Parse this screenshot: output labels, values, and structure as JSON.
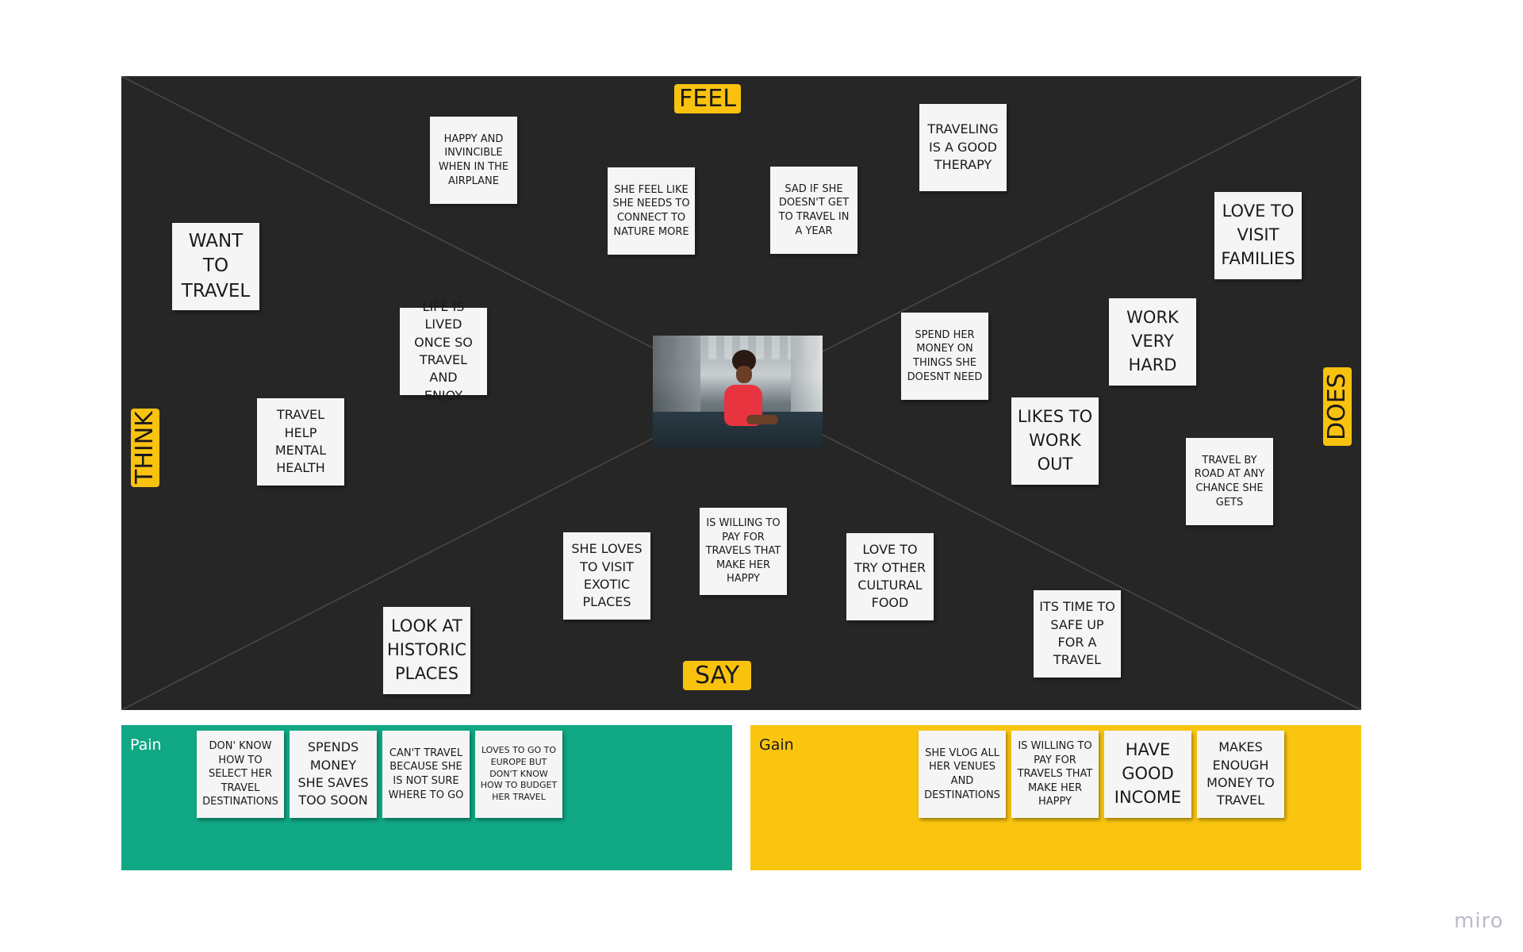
{
  "colors": {
    "board": "#262626",
    "tag": "#f9c20f",
    "note": "#f5f5f5",
    "pain": "#10a784",
    "gain": "#f9c50f",
    "watermark": "#b7bcc7"
  },
  "quadrants": {
    "feel": "FEEL",
    "think": "THINK",
    "does": "DOES",
    "say": "SAY"
  },
  "center_image": {
    "icon": "persona-photo"
  },
  "notes": [
    "HAPPY AND\nINVINCIBLE\nWHEN IN THE\nAIRPLANE",
    "SHE FEEL LIKE\nSHE NEEDS TO\nCONNECT TO\nNATURE MORE",
    "SAD IF SHE\nDOESN'T GET\nTO TRAVEL IN\nA YEAR",
    "TRAVELING\nIS A GOOD\nTHERAPY",
    "WANT\nTO\nTRAVEL",
    "LIFE IS LIVED\nONCE SO\nTRAVEL AND\nENJOY",
    "TRAVEL\nHELP\nMENTAL\nHEALTH",
    "LOVE TO\nVISIT\nFAMILIES",
    "WORK\nVERY\nHARD",
    "SPEND HER\nMONEY ON\nTHINGS SHE\nDOESNT NEED",
    "LIKES TO\nWORK\nOUT",
    "TRAVEL BY\nROAD AT ANY\nCHANCE SHE\nGETS",
    "IS WILLING TO\nPAY FOR\nTRAVELS THAT\nMAKE HER\nHAPPY",
    "SHE LOVES\nTO VISIT\nEXOTIC\nPLACES",
    "LOVE TO\nTRY OTHER\nCULTURAL\nFOOD",
    "LOOK AT\nHISTORIC\nPLACES",
    "ITS TIME TO\nSAFE UP\nFOR A\nTRAVEL"
  ],
  "pain": {
    "label": "Pain",
    "notes": [
      "DON' KNOW\nHOW TO\nSELECT HER\nTRAVEL\nDESTINATIONS",
      "SPENDS\nMONEY\nSHE SAVES\nTOO SOON",
      "CAN'T TRAVEL\nBECAUSE SHE\nIS NOT SURE\nWHERE TO GO",
      "LOVES TO GO TO\nEUROPE BUT\nDON'T KNOW\nHOW TO BUDGET\nHER TRAVEL"
    ]
  },
  "gain": {
    "label": "Gain",
    "notes": [
      "SHE VLOG ALL\nHER VENUES\nAND\nDESTINATIONS",
      "IS WILLING TO\nPAY FOR\nTRAVELS THAT\nMAKE HER\nHAPPY",
      "HAVE\nGOOD\nINCOME",
      "MAKES\nENOUGH\nMONEY TO\nTRAVEL"
    ]
  },
  "watermark": "miro"
}
